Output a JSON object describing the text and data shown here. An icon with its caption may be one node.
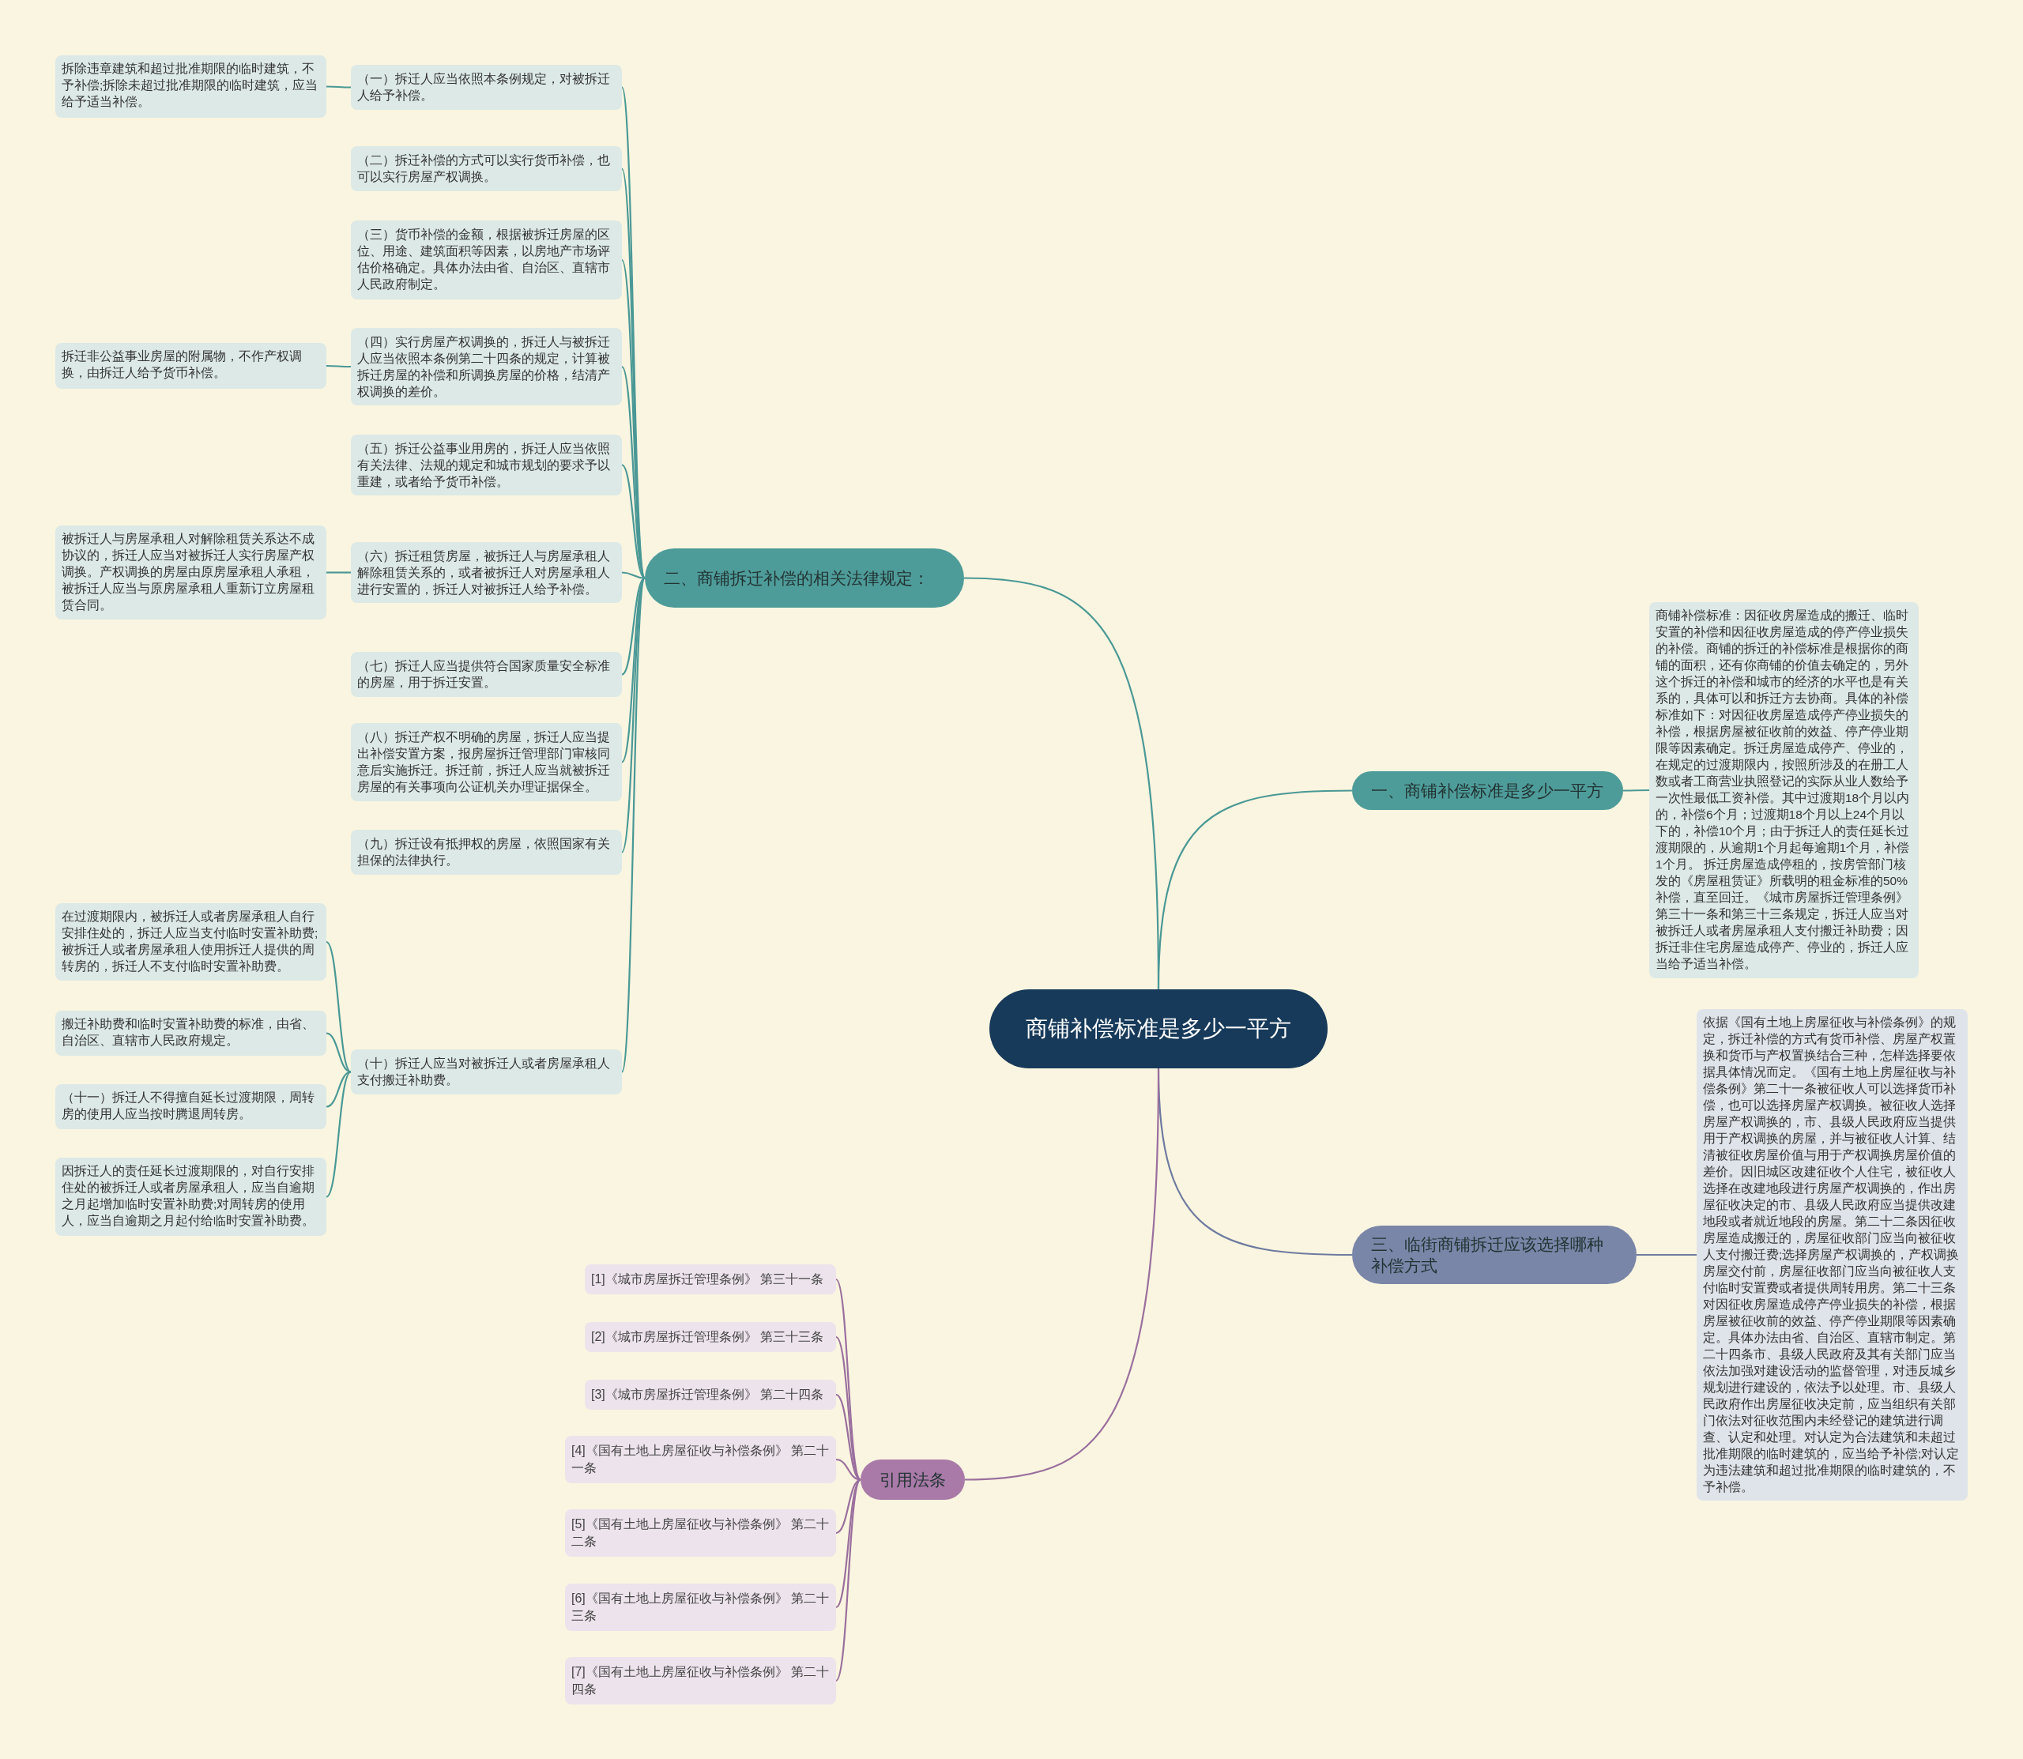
{
  "diagram": {
    "nodes": [
      {
        "text": [
          "商铺补偿标准是多少一平方"
        ]
      },
      {
        "text": [
          "一、商铺补偿标准是多少一平方"
        ]
      },
      {
        "text": [
          "商铺补偿标准：因征收房屋造成的搬迁、临时安置的补偿和因征收房屋造成的停产停业损失的补偿。商铺的拆迁的补偿标准是根据你的商铺的面积，还有你商铺的价值去确定的，另外这个拆迁的补偿和城市的经济的水平也是有关系的，具体可以和拆迁方去协商。具体的补偿标准如下：对因征收房屋造成停产停业损失的补偿，根据房屋被征收前的效益、停产停业期限等因素确定。拆迁房屋造成停产、停业的，在规定的过渡期限内，按照所涉及的在册工人数或者工商营业执照登记的实际从业人数给予一次性最低工资补偿。其中过渡期18个月以内的，补偿6个月；过渡期18个月以上24个月以下的，补偿10个月；由于拆迁人的责任延长过渡期限的，从逾期1个月起每逾期1个月，补偿1个月。 拆迁房屋造成停租的，按房管部门核发的《房屋租赁证》所载明的租金标准的50%补偿，直至回迁。《城市房屋拆迁管理条例》第三十一条和第三十三条规定，拆迁人应当对被拆迁人或者房屋承租人支付搬迁补助费；因拆迁非住宅房屋造成停产、停业的，拆迁人应当给予适当补偿。"
        ]
      },
      {
        "text": [
          "二、商铺拆迁补偿的相关法律规定："
        ]
      },
      {
        "text": [
          "（一）拆迁人应当依照本条例规定，对被拆迁人给予补偿。"
        ]
      },
      {
        "text": [
          "拆除违章建筑和超过批准期限的临时建筑，不予补偿;拆除未超过批准期限的临时建筑，应当给予适当补偿。"
        ]
      },
      {
        "text": [
          "（二）拆迁补偿的方式可以实行货币补偿，也可以实行房屋产权调换。"
        ]
      },
      {
        "text": [
          "（三）货币补偿的金额，根据被拆迁房屋的区位、用途、建筑面积等因素，以房地产市场评估价格确定。具体办法由省、自治区、直辖市人民政府制定。"
        ]
      },
      {
        "text": [
          "（四）实行房屋产权调换的，拆迁人与被拆迁人应当依照本条例第二十四条的规定，计算被拆迁房屋的补偿和所调换房屋的价格，结清产权调换的差价。"
        ]
      },
      {
        "text": [
          "拆迁非公益事业房屋的附属物，不作产权调换，由拆迁人给予货币补偿。"
        ]
      },
      {
        "text": [
          "（五）拆迁公益事业用房的，拆迁人应当依照有关法律、法规的规定和城市规划的要求予以重建，或者给予货币补偿。"
        ]
      },
      {
        "text": [
          "（六）拆迁租赁房屋，被拆迁人与房屋承租人解除租赁关系的，或者被拆迁人对房屋承租人进行安置的，拆迁人对被拆迁人给予补偿。"
        ]
      },
      {
        "text": [
          "被拆迁人与房屋承租人对解除租赁关系达不成协议的，拆迁人应当对被拆迁人实行房屋产权调换。产权调换的房屋由原房屋承租人承租，被拆迁人应当与原房屋承租人重新订立房屋租赁合同。"
        ]
      },
      {
        "text": [
          "（七）拆迁人应当提供符合国家质量安全标准的房屋，用于拆迁安置。"
        ]
      },
      {
        "text": [
          "（八）拆迁产权不明确的房屋，拆迁人应当提出补偿安置方案，报房屋拆迁管理部门审核同意后实施拆迁。拆迁前，拆迁人应当就被拆迁房屋的有关事项向公证机关办理证据保全。"
        ]
      },
      {
        "text": [
          "（九）拆迁设有抵押权的房屋，依照国家有关担保的法律执行。"
        ]
      },
      {
        "text": [
          "（十）拆迁人应当对被拆迁人或者房屋承租人支付搬迁补助费。"
        ]
      },
      {
        "text": [
          "在过渡期限内，被拆迁人或者房屋承租人自行安排住处的，拆迁人应当支付临时安置补助费;被拆迁人或者房屋承租人使用拆迁人提供的周转房的，拆迁人不支付临时安置补助费。"
        ]
      },
      {
        "text": [
          "搬迁补助费和临时安置补助费的标准，由省、自治区、直辖市人民政府规定。"
        ]
      },
      {
        "text": [
          "（十一）拆迁人不得擅自延长过渡期限，周转房的使用人应当按时腾退周转房。"
        ]
      },
      {
        "text": [
          "因拆迁人的责任延长过渡期限的，对自行安排住处的被拆迁人或者房屋承租人，应当自逾期之月起增加临时安置补助费;对周转房的使用人，应当自逾期之月起付给临时安置补助费。"
        ]
      },
      {
        "text": [
          "三、临街商铺拆迁应该选择哪种补偿方式"
        ]
      },
      {
        "text": [
          "依据《国有土地上房屋征收与补偿条例》的规定，拆迁补偿的方式有货币补偿、房屋产权置换和货币与产权置换结合三种，怎样选择要依据具体情况而定。《国有土地上房屋征收与补偿条例》第二十一条被征收人可以选择货币补偿，也可以选择房屋产权调换。被征收人选择房屋产权调换的，市、县级人民政府应当提供用于产权调换的房屋，并与被征收人计算、结清被征收房屋价值与用于产权调换房屋价值的差价。因旧城区改建征收个人住宅，被征收人选择在改建地段进行房屋产权调换的，作出房屋征收决定的市、县级人民政府应当提供改建地段或者就近地段的房屋。第二十二条因征收房屋造成搬迁的，房屋征收部门应当向被征收人支付搬迁费;选择房屋产权调换的，产权调换房屋交付前，房屋征收部门应当向被征收人支付临时安置费或者提供周转用房。第二十三条对因征收房屋造成停产停业损失的补偿，根据房屋被征收前的效益、停产停业期限等因素确定。具体办法由省、自治区、直辖市制定。第二十四条市、县级人民政府及其有关部门应当依法加强对建设活动的监督管理，对违反城乡规划进行建设的，依法予以处理。市、县级人民政府作出房屋征收决定前，应当组织有关部门依法对征收范围内未经登记的建筑进行调查、认定和处理。对认定为合法建筑和未超过批准期限的临时建筑的，应当给予补偿;对认定为违法建筑和超过批准期限的临时建筑的，不予补偿。"
        ]
      },
      {
        "text": [
          "引用法条"
        ]
      },
      {
        "text": [
          "[1]《城市房屋拆迁管理条例》 第三十一条"
        ]
      },
      {
        "text": [
          "[2]《城市房屋拆迁管理条例》 第三十三条"
        ]
      },
      {
        "text": [
          "[3]《城市房屋拆迁管理条例》 第二十四条"
        ]
      },
      {
        "text": [
          "[4]《国有土地上房屋征收与补偿条例》 第二十一条"
        ]
      },
      {
        "text": [
          "[5]《国有土地上房屋征收与补偿条例》 第二十二条"
        ]
      },
      {
        "text": [
          "[6]《国有土地上房屋征收与补偿条例》 第二十三条"
        ]
      },
      {
        "text": [
          "[7]《国有土地上房屋征收与补偿条例》 第二十四条"
        ]
      }
    ],
    "edges": [
      {
        "from": 0,
        "to": 1,
        "arrow": "none"
      },
      {
        "from": 1,
        "to": 2,
        "arrow": "none"
      },
      {
        "from": 0,
        "to": 3,
        "arrow": "none"
      },
      {
        "from": 3,
        "to": 4,
        "arrow": "none"
      },
      {
        "from": 4,
        "to": 5,
        "arrow": "none"
      },
      {
        "from": 3,
        "to": 6,
        "arrow": "none"
      },
      {
        "from": 3,
        "to": 7,
        "arrow": "none"
      },
      {
        "from": 3,
        "to": 8,
        "arrow": "none"
      },
      {
        "from": 8,
        "to": 9,
        "arrow": "none"
      },
      {
        "from": 3,
        "to": 10,
        "arrow": "none"
      },
      {
        "from": 3,
        "to": 11,
        "arrow": "none"
      },
      {
        "from": 11,
        "to": 12,
        "arrow": "none"
      },
      {
        "from": 3,
        "to": 13,
        "arrow": "none"
      },
      {
        "from": 3,
        "to": 14,
        "arrow": "none"
      },
      {
        "from": 3,
        "to": 15,
        "arrow": "none"
      },
      {
        "from": 3,
        "to": 16,
        "arrow": "none"
      },
      {
        "from": 16,
        "to": 17,
        "arrow": "none"
      },
      {
        "from": 16,
        "to": 18,
        "arrow": "none"
      },
      {
        "from": 16,
        "to": 19,
        "arrow": "none"
      },
      {
        "from": 16,
        "to": 20,
        "arrow": "none"
      },
      {
        "from": 0,
        "to": 21,
        "arrow": "none",
        "color": "#6e7ba0"
      },
      {
        "from": 21,
        "to": 22,
        "arrow": "none",
        "color": "#6e7ba0"
      },
      {
        "from": 0,
        "to": 23,
        "arrow": "none",
        "color": "#9a6f9e"
      },
      {
        "from": 23,
        "to": 24,
        "arrow": "none",
        "color": "#9a6f9e"
      },
      {
        "from": 23,
        "to": 25,
        "arrow": "none",
        "color": "#9a6f9e"
      },
      {
        "from": 23,
        "to": 26,
        "arrow": "none",
        "color": "#9a6f9e"
      },
      {
        "from": 23,
        "to": 27,
        "arrow": "none",
        "color": "#9a6f9e"
      },
      {
        "from": 23,
        "to": 28,
        "arrow": "none",
        "color": "#9a6f9e"
      },
      {
        "from": 23,
        "to": 29,
        "arrow": "none",
        "color": "#9a6f9e"
      },
      {
        "from": 23,
        "to": 30,
        "arrow": "none",
        "color": "#9a6f9e"
      }
    ]
  }
}
